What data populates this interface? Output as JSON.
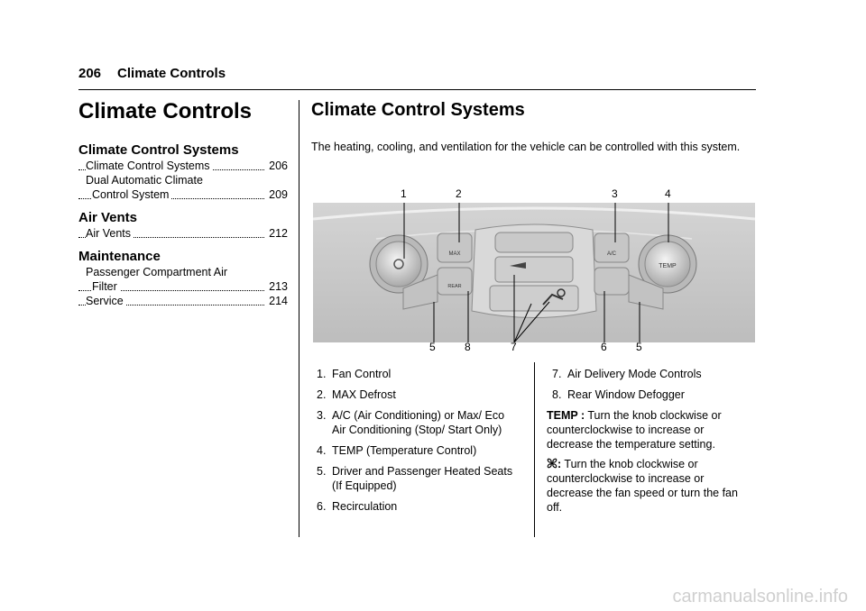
{
  "header": {
    "page_number": "206",
    "title": "Climate Controls"
  },
  "toc": {
    "heading": "Climate Controls",
    "sections": [
      {
        "title": "Climate Control Systems",
        "entries": [
          {
            "label": "Climate Control Systems",
            "page": "206"
          },
          {
            "label": "Dual Automatic Climate",
            "page": ""
          },
          {
            "label": "Control System",
            "page": "209",
            "continued": true
          }
        ]
      },
      {
        "title": "Air Vents",
        "entries": [
          {
            "label": "Air Vents",
            "page": "212"
          }
        ]
      },
      {
        "title": "Maintenance",
        "entries": [
          {
            "label": "Passenger Compartment Air",
            "page": ""
          },
          {
            "label": "Filter",
            "page": "213",
            "continued": true
          },
          {
            "label": "Service",
            "page": "214"
          }
        ]
      }
    ]
  },
  "main": {
    "heading": "Climate Control Systems",
    "intro": "The heating, cooling, and ventilation for the vehicle can be controlled with this system."
  },
  "figure": {
    "top_callouts": [
      "1",
      "2",
      "3",
      "4"
    ],
    "bottom_callouts": [
      "5",
      "8",
      "7",
      "6",
      "5"
    ],
    "labels": {
      "max": "MAX",
      "rear": "REAR",
      "ac": "A/C",
      "temp": "TEMP"
    }
  },
  "legend": {
    "items": [
      {
        "num": "1.",
        "text": "Fan Control"
      },
      {
        "num": "2.",
        "text": "MAX Defrost"
      },
      {
        "num": "3.",
        "text": "A/C (Air Conditioning) or Max/ Eco Air Conditioning (Stop/ Start Only)"
      },
      {
        "num": "4.",
        "text": "TEMP (Temperature Control)"
      },
      {
        "num": "5.",
        "text": "Driver and Passenger Heated Seats (If Equipped)"
      },
      {
        "num": "6.",
        "text": "Recirculation"
      },
      {
        "num": "7.",
        "text": "Air Delivery Mode Controls"
      },
      {
        "num": "8.",
        "text": "Rear Window Defogger"
      }
    ]
  },
  "descriptions": {
    "temp_term": "TEMP :",
    "temp_text": "Turn the knob clockwise or counterclockwise to increase or decrease the temperature setting.",
    "fan_term": ":",
    "fan_text": "Turn the knob clockwise or counterclockwise to increase or decrease the fan speed or turn the fan off."
  },
  "watermark": "carmanualsonline.info"
}
